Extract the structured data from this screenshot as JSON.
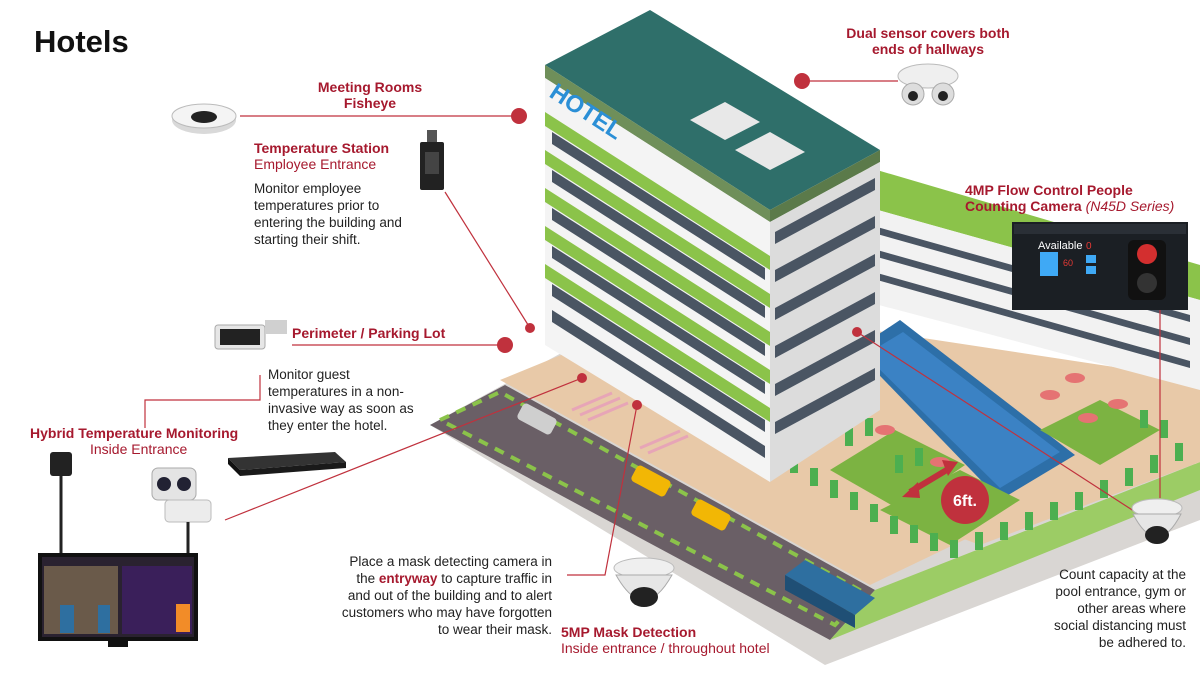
{
  "title": "Hotels",
  "building_sign": "HOTEL",
  "distance_badge": "6ft.",
  "callouts": {
    "meeting": {
      "line1": "Meeting Rooms",
      "line2": "Fisheye"
    },
    "temp_station": {
      "heading": "Temperature Station",
      "sub": "Employee Entrance",
      "body": [
        "Monitor employee",
        "temperatures prior to",
        "entering the building and",
        "starting their shift."
      ]
    },
    "perimeter": {
      "heading": "Perimeter / Parking Lot"
    },
    "guest": {
      "body": [
        "Monitor guest",
        "temperatures in a non-",
        "invasive way as soon as",
        "they enter the hotel."
      ]
    },
    "hybrid": {
      "heading": "Hybrid Temperature Monitoring",
      "sub": "Inside Entrance"
    },
    "dual": {
      "line1": "Dual sensor covers both",
      "line2": "ends of hallways"
    },
    "flow": {
      "line1": "4MP Flow Control People",
      "line2": "Counting Camera",
      "series": "(N45D Series)"
    },
    "mask_desc": {
      "before": "Place a mask detecting camera in",
      "the": "the ",
      "keyword": "entryway",
      "after": " to capture traffic in",
      "rest": [
        "and out of the building and to alert",
        "customers who may have forgotten",
        "to wear their mask."
      ]
    },
    "mask": {
      "heading": "5MP Mask Detection",
      "sub": "Inside entrance / throughout  hotel"
    },
    "count": {
      "body": [
        "Count capacity at the",
        "pool entrance, gym or",
        "other areas where",
        "social distancing must",
        "be adhered to."
      ]
    }
  },
  "flow_screen": {
    "label": "Available",
    "value": "0",
    "count": "60"
  },
  "colors": {
    "accent": "#a6192e",
    "dot": "#c0313d",
    "pool": "#2d6fa8",
    "grass": "#8bc34a",
    "road": "#6a5f66"
  }
}
